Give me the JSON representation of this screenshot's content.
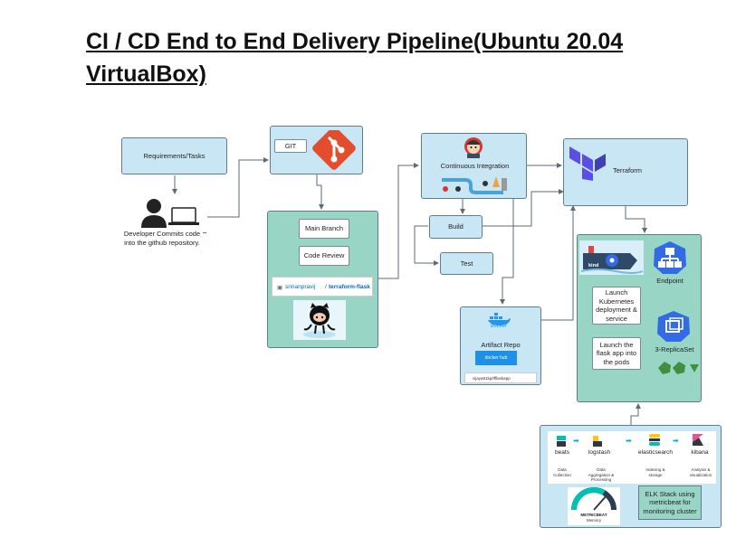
{
  "title": "CI / CD End to End Delivery Pipeline(Ubuntu 20.04 VirtualBox)",
  "requirements": "Requirements/Tasks",
  "developer_caption": "Developer Commits code into the github repository.",
  "git": {
    "label": "GIT",
    "main_branch": "Main Branch",
    "code_review": "Code Review",
    "repo_user": "srinanpravij",
    "repo_name": "terraform-flask"
  },
  "ci": {
    "label": "Continuous Integration",
    "build": "Build",
    "test": "Test"
  },
  "artifact": {
    "docker_word": "docker",
    "docker_hub": "docker hub",
    "label": "Artifact Repo",
    "repo": "vijaya81kp/tfflaskapp"
  },
  "terraform": {
    "label": "Terraform"
  },
  "k8s": {
    "kind": "kind",
    "endpoint": "Endpoint",
    "launch_deploy": "Launch Kubernetes deployment & service",
    "launch_flask": "Launch the flask app into the pods",
    "replicaset": "3-ReplicaSet"
  },
  "elk": {
    "beats": "beats",
    "logstash": "logstash",
    "elasticsearch": "elasticsearch",
    "kibana": "kibana",
    "beats_sub": "Data Collection",
    "logstash_sub": "Data Aggregation & Processing",
    "es_sub": "Indexing & storage",
    "kibana_sub": "Analysis & visualization",
    "metricbeat": "METRICBEAT",
    "metricbeat_sub": "Memory",
    "note": "ELK Stack using metricbeat for monitoring cluster"
  },
  "colors": {
    "box_blue": "#c9e6f5",
    "box_green": "#99d5c5",
    "border": "#5e7d92",
    "git_red": "#e24e2d",
    "terraform_purple": "#5c4ee5",
    "k8s_blue": "#326ce5"
  }
}
